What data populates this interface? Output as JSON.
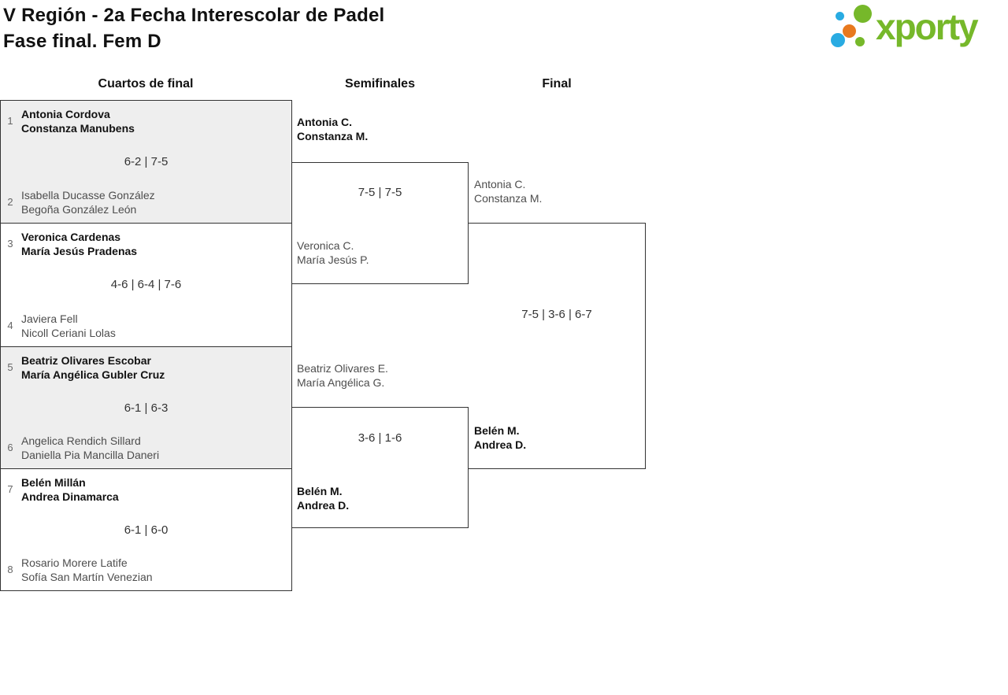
{
  "header": {
    "title_line1": "V Región - 2a Fecha Interescolar de Padel",
    "title_line2": "Fase final. Fem D"
  },
  "logo": {
    "text": "xporty"
  },
  "colors": {
    "brand_green": "#76b82a",
    "brand_blue": "#29abe2",
    "brand_orange": "#e8791e",
    "winner_text": "#111111",
    "loser_text": "#4d4d4d",
    "score_text": "#333333",
    "seed_text": "#666666",
    "box_border": "#333333",
    "box_alt_bg": "#eeeeee"
  },
  "rounds": [
    {
      "label": "Cuartos de final"
    },
    {
      "label": "Semifinales"
    },
    {
      "label": "Final"
    }
  ],
  "quarterfinals": [
    {
      "top": {
        "seed": "1",
        "player1": "Antonia Cordova",
        "player2": "Constanza Manubens",
        "winner": true
      },
      "score": "6-2 | 7-5",
      "bottom": {
        "seed": "2",
        "player1": "Isabella Ducasse González",
        "player2": "Begoña González León",
        "winner": false
      }
    },
    {
      "top": {
        "seed": "3",
        "player1": "Veronica Cardenas",
        "player2": "María Jesús Pradenas",
        "winner": true
      },
      "score": "4-6 | 6-4 | 7-6",
      "bottom": {
        "seed": "4",
        "player1": "Javiera Fell",
        "player2": "Nicoll Ceriani Lolas",
        "winner": false
      }
    },
    {
      "top": {
        "seed": "5",
        "player1": "Beatriz Olivares Escobar",
        "player2": "María Angélica Gubler Cruz",
        "winner": true
      },
      "score": "6-1 | 6-3",
      "bottom": {
        "seed": "6",
        "player1": "Angelica Rendich Sillard",
        "player2": "Daniella Pia Mancilla Daneri",
        "winner": false
      }
    },
    {
      "top": {
        "seed": "7",
        "player1": "Belén Millán",
        "player2": "Andrea Dinamarca",
        "winner": true
      },
      "score": "6-1 | 6-0",
      "bottom": {
        "seed": "8",
        "player1": "Rosario Morere Latife",
        "player2": "Sofía San Martín Venezian",
        "winner": false
      }
    }
  ],
  "semifinals": [
    {
      "top": {
        "player1": "Antonia C.",
        "player2": "Constanza M.",
        "winner": true
      },
      "score": "7-5 | 7-5",
      "bottom": {
        "player1": "Veronica C.",
        "player2": "María Jesús P.",
        "winner": false
      }
    },
    {
      "top": {
        "player1": "Beatriz Olivares E.",
        "player2": "María Angélica G.",
        "winner": false
      },
      "score": "3-6 | 1-6",
      "bottom": {
        "player1": "Belén M.",
        "player2": "Andrea D.",
        "winner": true
      }
    }
  ],
  "final": {
    "top": {
      "player1": "Antonia C.",
      "player2": "Constanza M.",
      "winner": false
    },
    "score": "7-5 | 3-6 | 6-7",
    "bottom": {
      "player1": "Belén M.",
      "player2": "Andrea D.",
      "winner": true
    }
  }
}
